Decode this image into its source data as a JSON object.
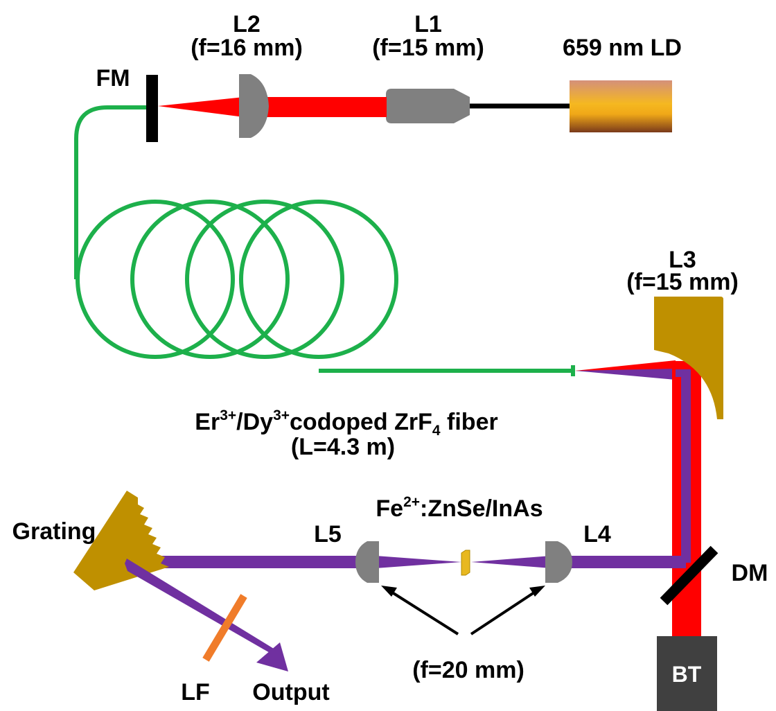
{
  "labels": {
    "l2": {
      "name": "L2",
      "focal": "(f=16 mm)"
    },
    "l1": {
      "name": "L1",
      "focal": "(f=15 mm)"
    },
    "ld": "659 nm LD",
    "fm": "FM",
    "l3": {
      "name": "L3",
      "focal": "(f=15 mm)"
    },
    "fiber": {
      "prefix": "Er",
      "sup1": "3+",
      "mid": "/Dy",
      "sup2": "3+",
      "mid2": "codoped ZrF",
      "sub": "4",
      "suffix": " fiber",
      "length": "(L=4.3 m)"
    },
    "crystal": {
      "prefix": "Fe",
      "sup": "2+",
      "suffix": ":ZnSe/InAs"
    },
    "l5": "L5",
    "l4": "L4",
    "grating": "Grating",
    "dm": "DM",
    "lens_focal": "(f=20 mm)",
    "lf": "LF",
    "output": "Output",
    "bt": "BT"
  },
  "colors": {
    "fiber": "#1db04b",
    "pump": "#ff0000",
    "midir": "#7030a0",
    "lens": "#808080",
    "gold": "#bf9000",
    "filter": "#f07c2a",
    "dark": "#404040",
    "crystal": "#e8b820"
  }
}
